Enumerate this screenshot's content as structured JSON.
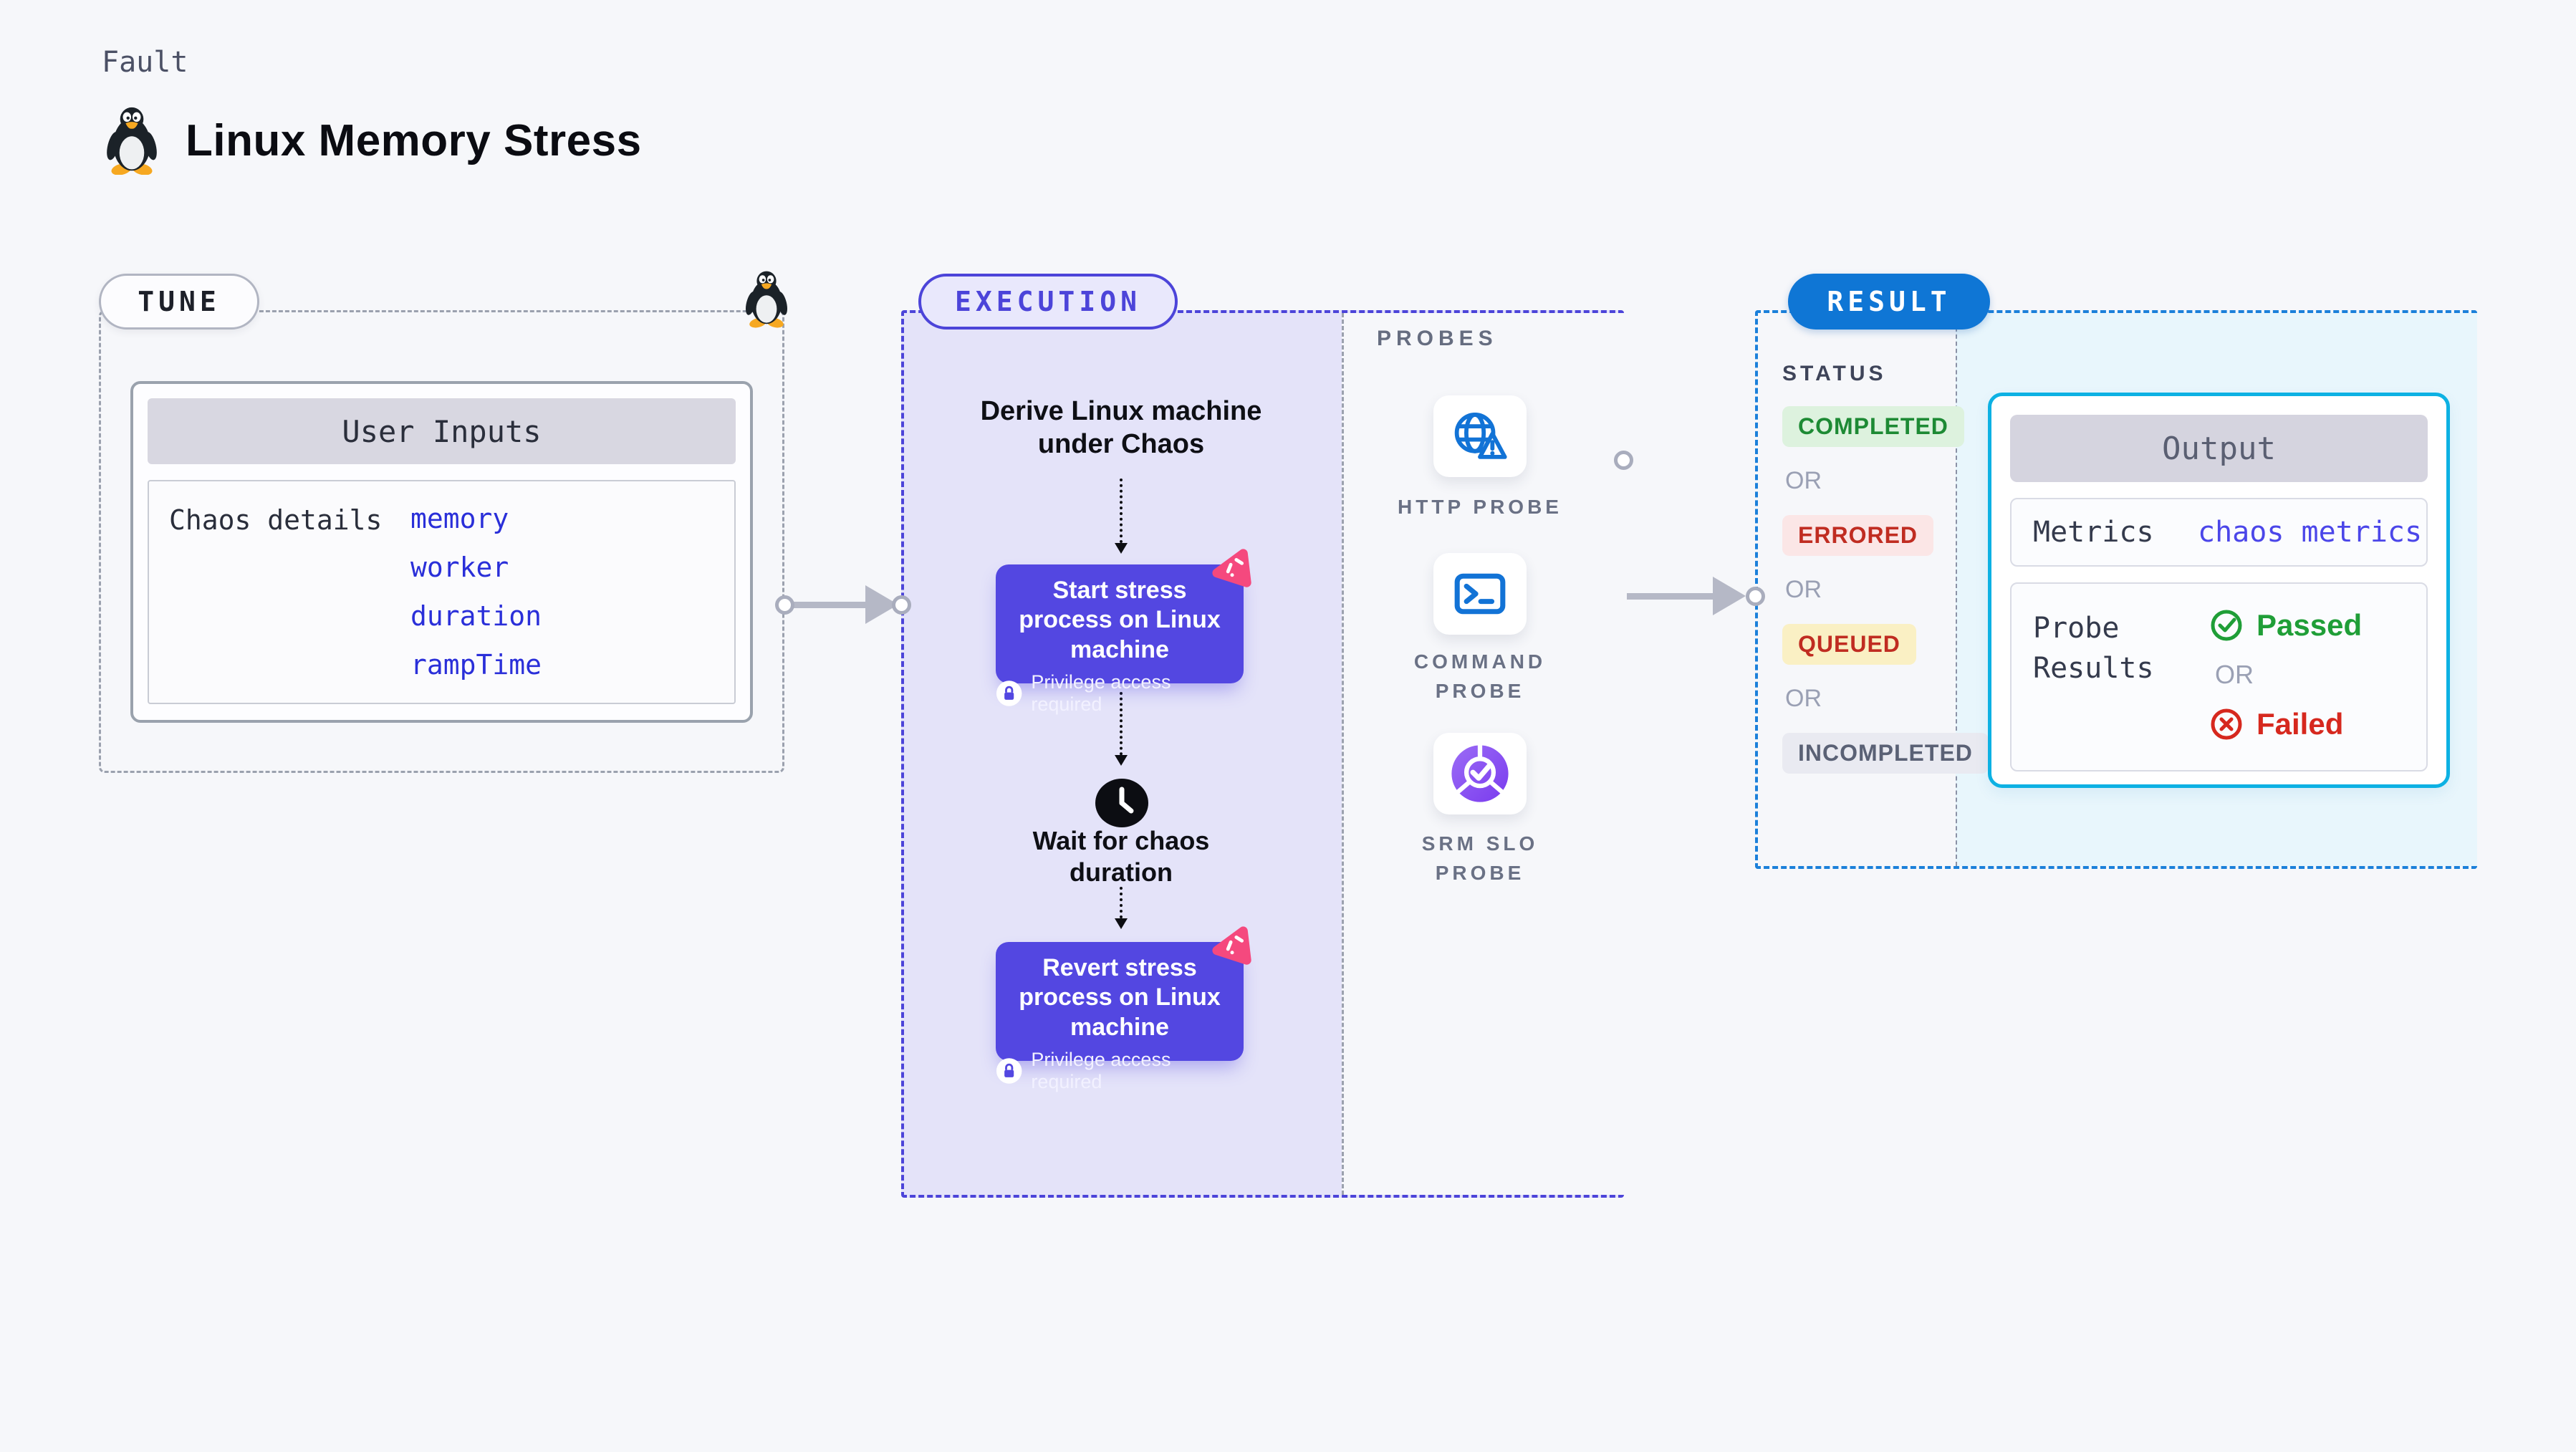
{
  "header": {
    "kicker": "Fault",
    "title": "Linux Memory Stress",
    "title_icon": "tux-penguin-icon"
  },
  "tune": {
    "label": "TUNE",
    "corner_icon": "tux-penguin-icon",
    "card": {
      "header": "User Inputs",
      "row_label": "Chaos details",
      "values": [
        "memory",
        "worker",
        "duration",
        "rampTime"
      ]
    }
  },
  "execution": {
    "label": "EXECUTION",
    "derive_text": "Derive Linux machine under Chaos",
    "step1": {
      "title": "Start stress process on Linux machine",
      "badge": "Privilege access required",
      "badge_icon": "lock-icon",
      "corner_icon": "chaos-experiment-icon"
    },
    "wait": {
      "icon": "clock-icon",
      "text": "Wait for chaos duration"
    },
    "step2": {
      "title": "Revert stress process on Linux machine",
      "badge": "Privilege access required",
      "badge_icon": "lock-icon",
      "corner_icon": "chaos-experiment-icon"
    },
    "probes_panel": {
      "label": "PROBES",
      "probes": [
        {
          "label": "HTTP PROBE",
          "icon": "globe-alert-icon"
        },
        {
          "label": "COMMAND PROBE",
          "icon": "terminal-icon"
        },
        {
          "label": "SRM SLO PROBE",
          "icon": "slo-gauge-icon"
        }
      ]
    }
  },
  "result": {
    "label": "RESULT",
    "status": {
      "label": "STATUS",
      "items": [
        {
          "text": "COMPLETED",
          "kind": "green"
        },
        {
          "text": "OR",
          "kind": "or"
        },
        {
          "text": "ERRORED",
          "kind": "red"
        },
        {
          "text": "OR",
          "kind": "or"
        },
        {
          "text": "QUEUED",
          "kind": "yellow"
        },
        {
          "text": "OR",
          "kind": "or"
        },
        {
          "text": "INCOMPLETED",
          "kind": "gray"
        }
      ]
    },
    "output": {
      "header": "Output",
      "metrics_label": "Metrics",
      "metrics_value": "chaos metrics",
      "probe_label": "Probe Results",
      "passed": "Passed",
      "passed_icon": "check-circle-icon",
      "or": "OR",
      "failed": "Failed",
      "failed_icon": "x-circle-icon"
    }
  },
  "colors": {
    "background": "#f6f7fa",
    "step_purple": "#5347e1",
    "execution_dash": "#4c44d9",
    "execution_fill": "#e4e3f9",
    "result_dash": "#1b80da",
    "result_fill": "#e8f6fc",
    "result_pill": "#0f76d5",
    "output_border": "#0db1e3",
    "probe_icon_blue": "#1273d6",
    "chaos_pink": "#f5497e",
    "passed_green": "#1f9e37",
    "failed_red": "#d6281e",
    "input_value_blue": "#2a2fd9",
    "metrics_value_blue": "#4b46e9",
    "completed_green": "#1d8a34",
    "errored_red": "#c02c21"
  }
}
